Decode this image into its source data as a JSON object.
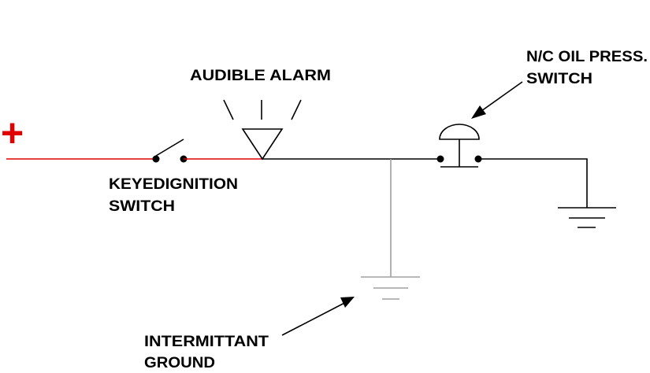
{
  "labels": {
    "positive": "+",
    "alarm": "AUDIBLE ALARM",
    "oil_switch_line1": "N/C OIL PRESS.",
    "oil_switch_line2": "SWITCH",
    "ignition_line1": "KEYEDIGNITION",
    "ignition_line2": "SWITCH",
    "ground_line1": "INTERMITTANT",
    "ground_line2": "GROUND"
  },
  "colors": {
    "positive_wire": "#e00000",
    "wire": "#000000",
    "intermittent_ground": "#a0a0a0"
  }
}
